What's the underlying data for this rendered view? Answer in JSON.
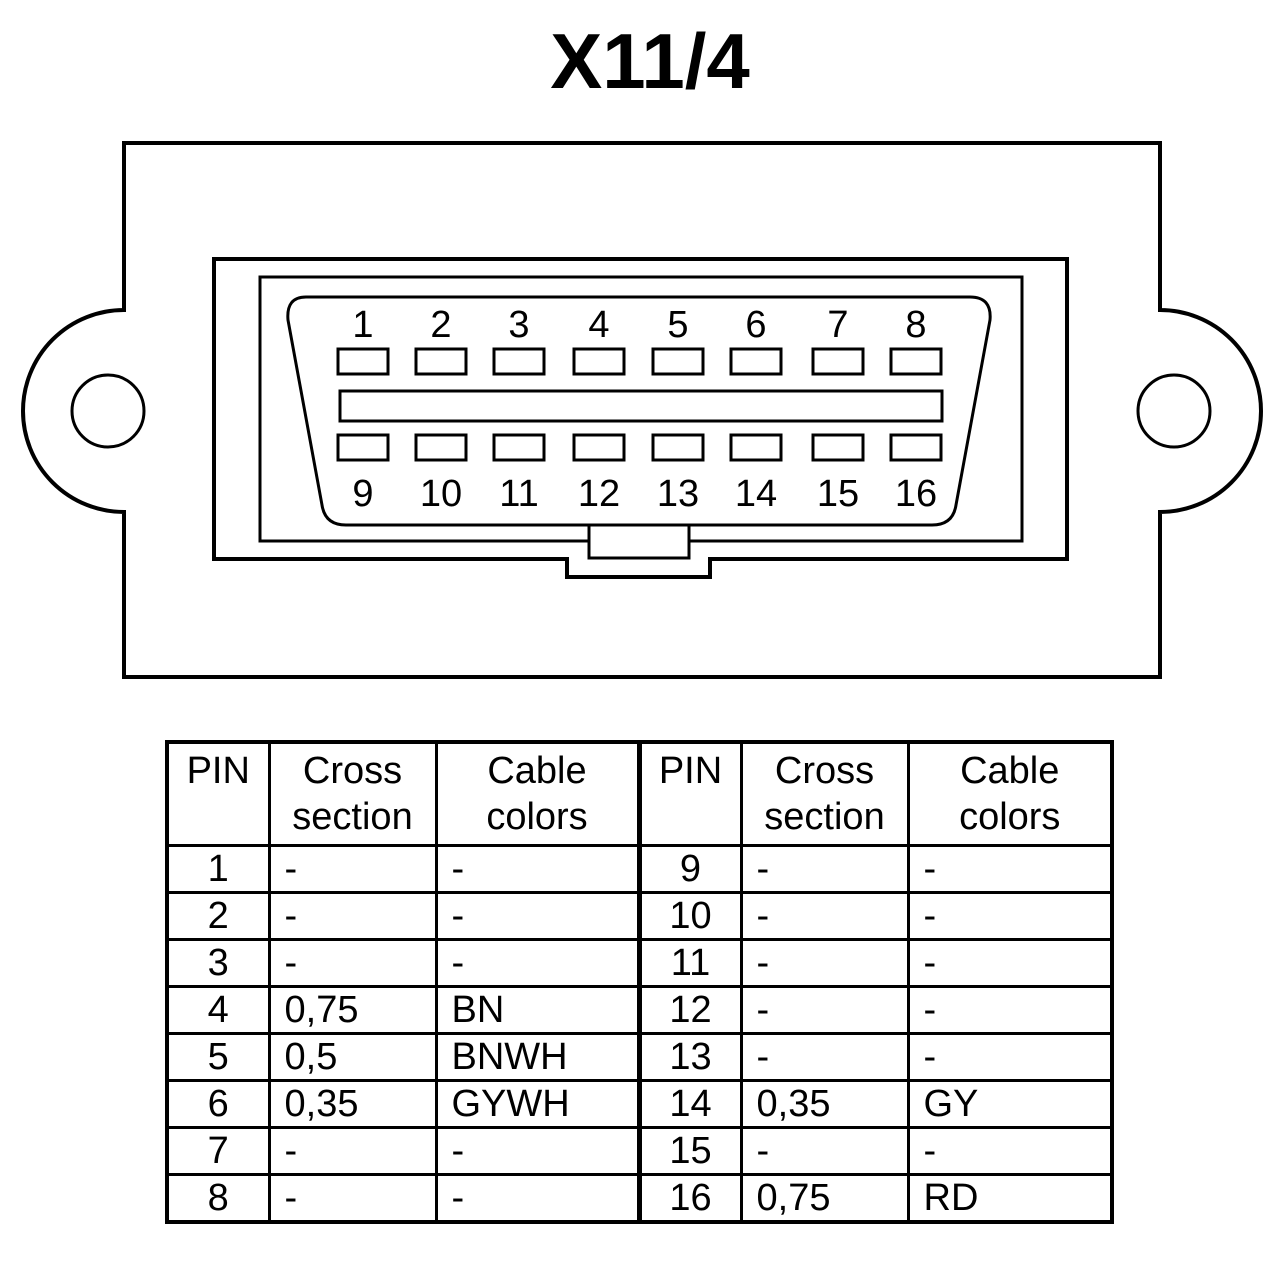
{
  "title": "X11/4",
  "connector": {
    "top_row_pins": [
      "1",
      "2",
      "3",
      "4",
      "5",
      "6",
      "7",
      "8"
    ],
    "bottom_row_pins": [
      "9",
      "10",
      "11",
      "12",
      "13",
      "14",
      "15",
      "16"
    ]
  },
  "table": {
    "headers": {
      "pin": "PIN",
      "cross_section": [
        "Cross",
        "section"
      ],
      "cable_colors": [
        "Cable",
        "colors"
      ]
    },
    "rows": [
      {
        "left": {
          "pin": "1",
          "cross": "-",
          "color": "-"
        },
        "right": {
          "pin": "9",
          "cross": "-",
          "color": "-"
        }
      },
      {
        "left": {
          "pin": "2",
          "cross": "-",
          "color": "-"
        },
        "right": {
          "pin": "10",
          "cross": "-",
          "color": "-"
        }
      },
      {
        "left": {
          "pin": "3",
          "cross": "-",
          "color": "-"
        },
        "right": {
          "pin": "11",
          "cross": "-",
          "color": "-"
        }
      },
      {
        "left": {
          "pin": "4",
          "cross": "0,75",
          "color": "BN"
        },
        "right": {
          "pin": "12",
          "cross": "-",
          "color": "-"
        }
      },
      {
        "left": {
          "pin": "5",
          "cross": "0,5",
          "color": "BNWH"
        },
        "right": {
          "pin": "13",
          "cross": "-",
          "color": "-"
        }
      },
      {
        "left": {
          "pin": "6",
          "cross": "0,35",
          "color": "GYWH"
        },
        "right": {
          "pin": "14",
          "cross": "0,35",
          "color": "GY"
        }
      },
      {
        "left": {
          "pin": "7",
          "cross": "-",
          "color": "-"
        },
        "right": {
          "pin": "15",
          "cross": "-",
          "color": "-"
        }
      },
      {
        "left": {
          "pin": "8",
          "cross": "-",
          "color": "-"
        },
        "right": {
          "pin": "16",
          "cross": "0,75",
          "color": "RD"
        }
      }
    ]
  }
}
